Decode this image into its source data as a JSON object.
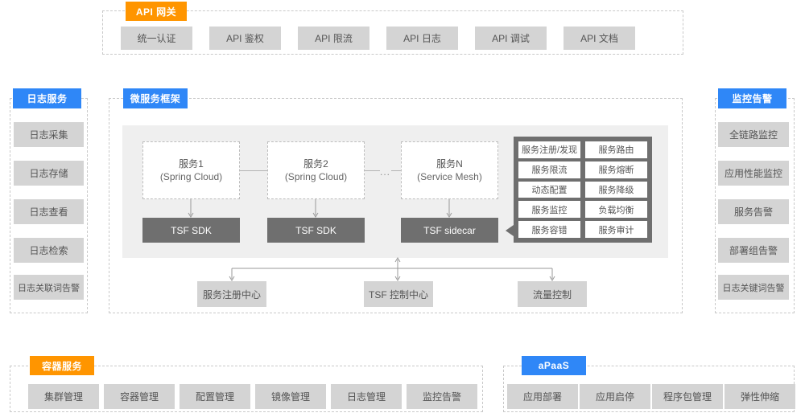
{
  "api_gateway": {
    "tag": "API 网关",
    "items": [
      "统一认证",
      "API 鉴权",
      "API 限流",
      "API 日志",
      "API 调试",
      "API 文档"
    ]
  },
  "log_service": {
    "tag": "日志服务",
    "items": [
      "日志采集",
      "日志存储",
      "日志查看",
      "日志检索",
      "日志关联词告警"
    ]
  },
  "monitor_alarm": {
    "tag": "监控告警",
    "items": [
      "全链路监控",
      "应用性能监控",
      "服务告警",
      "部署组告警",
      "日志关键词告警"
    ]
  },
  "microservice": {
    "tag": "微服务框架",
    "services": [
      {
        "name": "服务1",
        "tech": "(Spring Cloud)"
      },
      {
        "name": "服务2",
        "tech": "(Spring Cloud)"
      },
      {
        "name": "服务N",
        "tech": "(Service Mesh)"
      }
    ],
    "ellipsis": "...",
    "sdks": [
      "TSF SDK",
      "TSF SDK",
      "TSF sidecar"
    ],
    "capabilities": [
      "服务注册/发现",
      "服务路由",
      "服务限流",
      "服务熔断",
      "动态配置",
      "服务降级",
      "服务监控",
      "负载均衡",
      "服务容错",
      "服务审计"
    ],
    "centers": [
      "服务注册中心",
      "TSF 控制中心",
      "流量控制"
    ]
  },
  "container_service": {
    "tag": "容器服务",
    "items": [
      "集群管理",
      "容器管理",
      "配置管理",
      "镜像管理",
      "日志管理",
      "监控告警"
    ]
  },
  "apaas": {
    "tag": "aPaaS",
    "items": [
      "应用部署",
      "应用启停",
      "程序包管理",
      "弹性伸缩"
    ]
  },
  "colors": {
    "tag_orange": "#ff9500",
    "tag_blue": "#2f87f7",
    "chip_grey": "#d4d4d4",
    "dark_grey": "#6f6f6f",
    "panel_grey": "#efefef",
    "border_dash": "#c9c9c9"
  }
}
